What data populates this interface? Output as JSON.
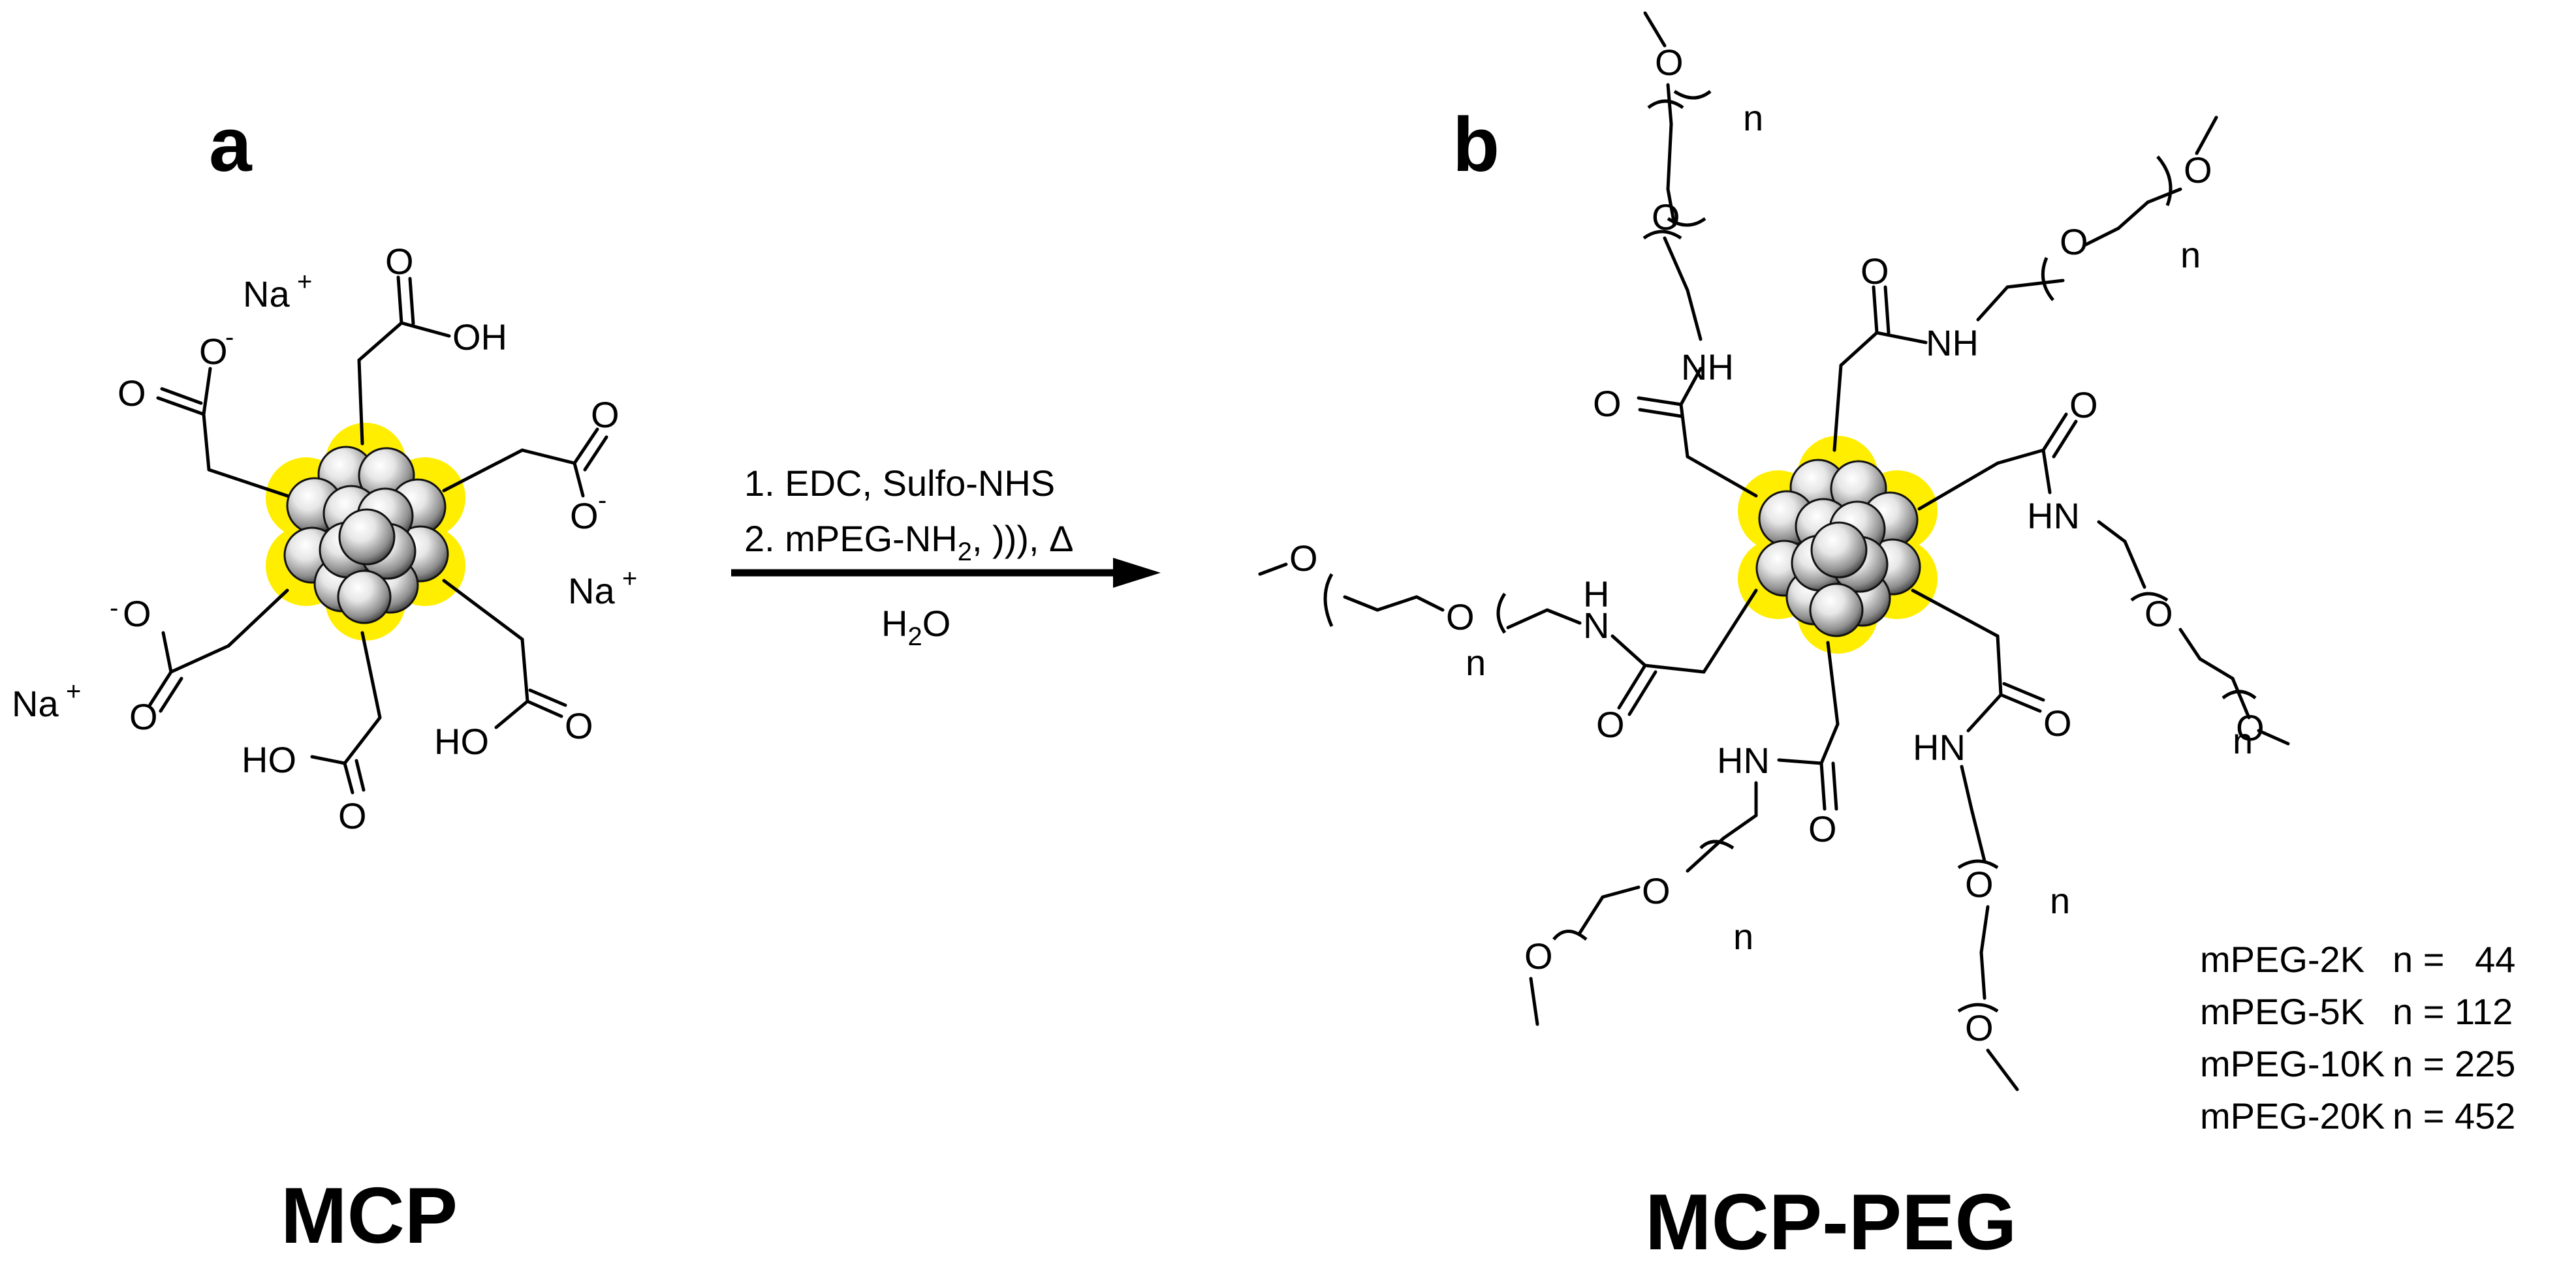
{
  "panels": {
    "a": {
      "letter": "a",
      "name": "MCP"
    },
    "b": {
      "letter": "b",
      "name": "MCP-PEG"
    }
  },
  "labels": {
    "na": "Na",
    "plus": "+",
    "minus": "-",
    "o": "O",
    "oh": "OH",
    "ho": "HO",
    "nh": "NH",
    "hn": "HN",
    "h": "H",
    "n_atom": "N",
    "n_repeat": "n"
  },
  "reaction": {
    "step1": "1. EDC, Sulfo-NHS",
    "step2_prefix": "2. mPEG-NH",
    "step2_sub": "2",
    "step2_suffix": ", ))), Δ",
    "solvent_prefix": "H",
    "solvent_sub": "2",
    "solvent_suffix": "O"
  },
  "peg_table": [
    {
      "name": "mPEG-2K",
      "n": "n =   44"
    },
    {
      "name": "mPEG-5K",
      "n": "n = 112"
    },
    {
      "name": "mPEG-10K",
      "n": "n = 225"
    },
    {
      "name": "mPEG-20K",
      "n": "n = 452"
    }
  ],
  "colors": {
    "shell": "#ffee00",
    "sphere_light": "#f4f4f4",
    "sphere_dark": "#3a3a3a"
  }
}
